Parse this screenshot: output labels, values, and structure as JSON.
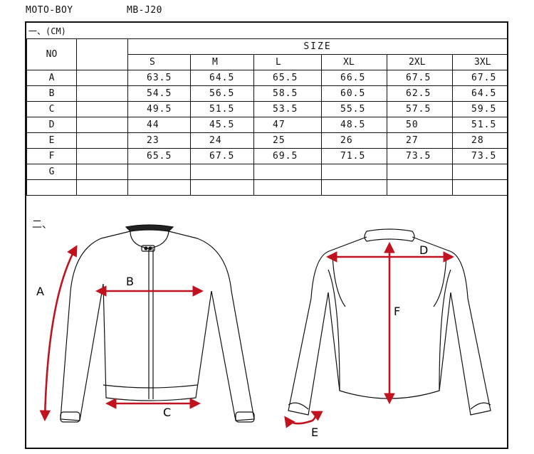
{
  "header": {
    "brand": "MOTO-BOY",
    "model": "MB-J20"
  },
  "section1_title": "一、(CM)",
  "section2_title": "二、",
  "table": {
    "no_label": "NO",
    "size_label": "SIZE",
    "sizes": [
      "S",
      "M",
      "L",
      "XL",
      "2XL",
      "3XL"
    ],
    "rows": [
      {
        "label": "A",
        "values": [
          "63.5",
          "64.5",
          "65.5",
          "66.5",
          "67.5",
          "67.5"
        ]
      },
      {
        "label": "B",
        "values": [
          "54.5",
          "56.5",
          "58.5",
          "60.5",
          "62.5",
          "64.5"
        ]
      },
      {
        "label": "C",
        "values": [
          "49.5",
          "51.5",
          "53.5",
          "55.5",
          "57.5",
          "59.5"
        ]
      },
      {
        "label": "D",
        "values": [
          "44",
          "45.5",
          "47",
          "48.5",
          "50",
          "51.5"
        ]
      },
      {
        "label": "E",
        "values": [
          "23",
          "24",
          "25",
          "26",
          "27",
          "28"
        ]
      },
      {
        "label": "F",
        "values": [
          "65.5",
          "67.5",
          "69.5",
          "71.5",
          "73.5",
          "73.5"
        ]
      },
      {
        "label": "G",
        "values": [
          "",
          "",
          "",
          "",
          "",
          ""
        ]
      },
      {
        "label": "",
        "values": [
          "",
          "",
          "",
          "",
          "",
          ""
        ]
      }
    ]
  },
  "diagram_labels": {
    "a": "A",
    "b": "B",
    "c": "C",
    "d": "D",
    "e": "E",
    "f": "F"
  },
  "colors": {
    "arrow": "#c1121f",
    "line": "#111111"
  }
}
